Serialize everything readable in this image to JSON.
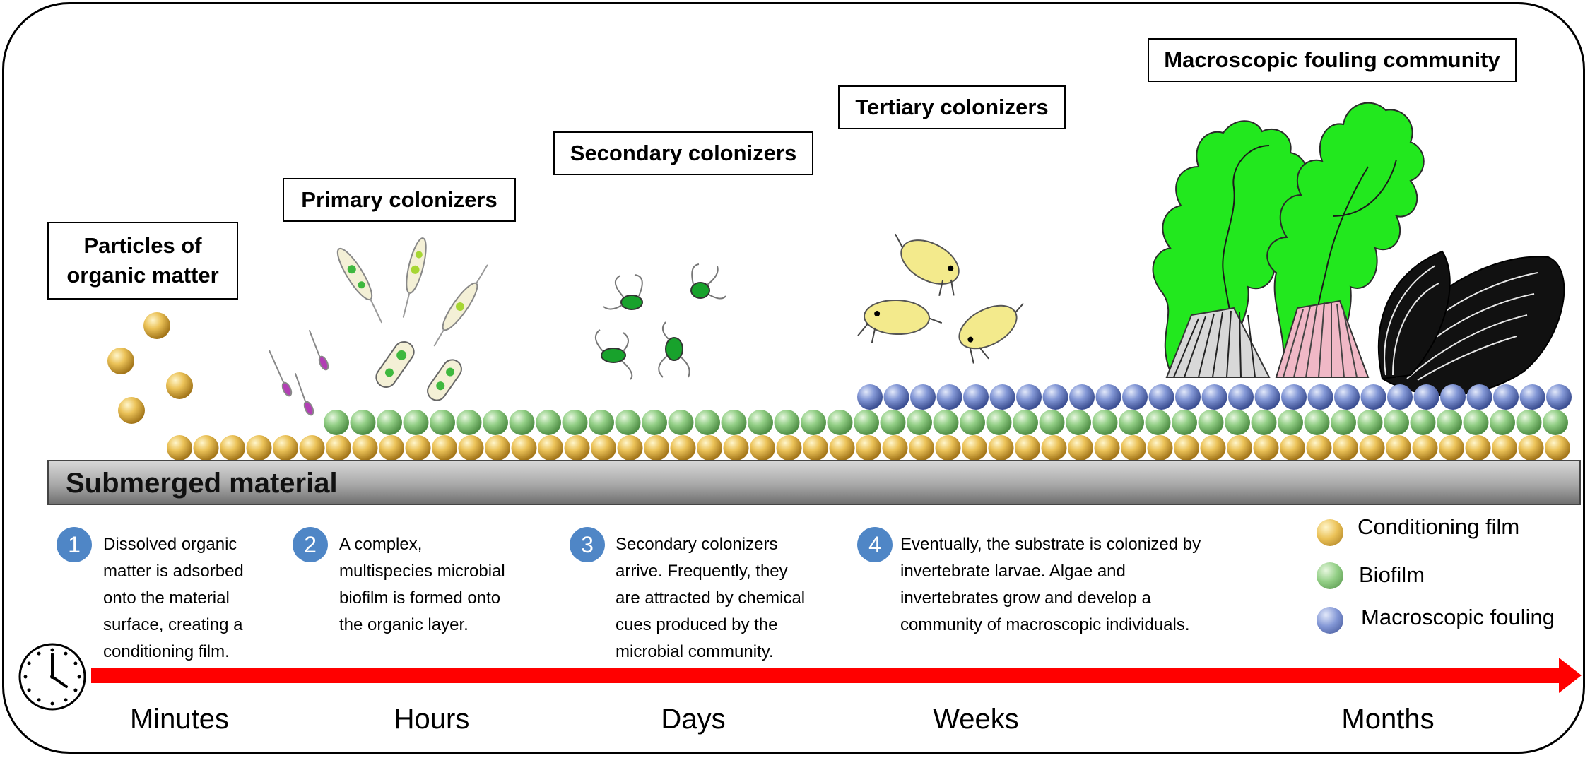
{
  "labels": {
    "particles_line1": "Particles of",
    "particles_line2": "organic matter",
    "primary": "Primary colonizers",
    "secondary": "Secondary colonizers",
    "tertiary": "Tertiary colonizers",
    "macroscopic": "Macroscopic fouling community"
  },
  "substrate": "Submerged material",
  "steps": [
    {
      "num": "1",
      "text": "Dissolved organic\nmatter is adsorbed\nonto the material\nsurface, creating a\nconditioning film."
    },
    {
      "num": "2",
      "text": "A complex,\nmultispecies microbial\nbiofilm is formed onto\nthe organic layer."
    },
    {
      "num": "3",
      "text": "Secondary colonizers\narrive. Frequently, they\nare attracted by chemical\ncues produced by the\nmicrobial community."
    },
    {
      "num": "4",
      "text": "Eventually, the substrate is colonized by\ninvertebrate larvae. Algae and\ninvertebrates grow and develop a\ncommunity of macroscopic individuals."
    }
  ],
  "legend": [
    {
      "label": "Conditioning film",
      "color": "#e9b94a"
    },
    {
      "label": "Biofilm",
      "color": "#7fc27a"
    },
    {
      "label": "Macroscopic fouling",
      "color": "#6f86c9"
    }
  ],
  "timeline": [
    "Minutes",
    "Hours",
    "Days",
    "Weeks",
    "Months"
  ],
  "colors": {
    "arrow": "#ff0000",
    "step_badge": "#4f86c6",
    "algae": "#22e81e",
    "larvae": "#f3ea8c"
  },
  "icons": [
    "clock-icon"
  ]
}
